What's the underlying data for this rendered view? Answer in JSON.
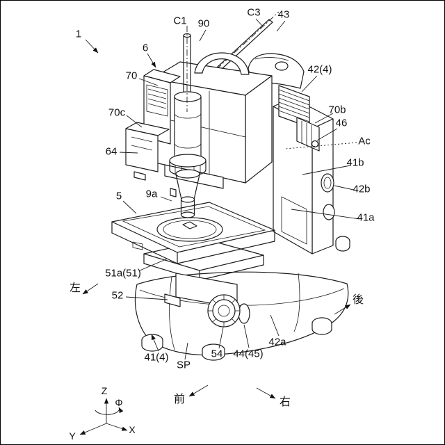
{
  "labels": {
    "r1": "1",
    "r6": "6",
    "r70": "70",
    "r70c": "70c",
    "r64": "64",
    "r5": "5",
    "r9a": "9a",
    "rC1": "C1",
    "r90": "90",
    "rC3": "C3",
    "r43": "43",
    "r42_4": "42(4)",
    "r70b": "70b",
    "r46": "46",
    "rAc": "Ac",
    "r41b": "41b",
    "r42b": "42b",
    "r41a": "41a",
    "r51a_51": "51a(51)",
    "r52": "52",
    "r41_4": "41(4)",
    "rSP": "SP",
    "r54": "54",
    "r44_45": "44(45)",
    "r42a": "42a"
  },
  "directions": {
    "left": "左",
    "rear": "後",
    "front": "前",
    "right": "右"
  },
  "axes": {
    "z": "Z",
    "x": "X",
    "y": "Y",
    "phi": "Φ"
  }
}
